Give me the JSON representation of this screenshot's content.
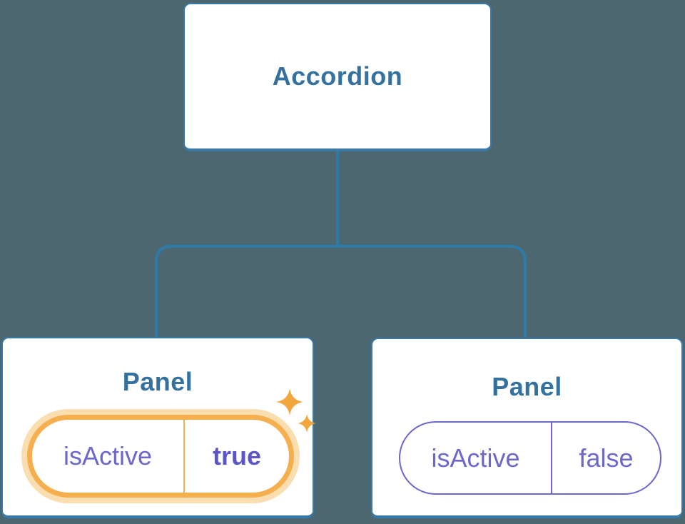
{
  "diagram": {
    "root": {
      "label": "Accordion"
    },
    "panels": [
      {
        "title": "Panel",
        "state": {
          "prop": "isActive",
          "value": "true"
        },
        "active": true,
        "sparkles": true
      },
      {
        "title": "Panel",
        "state": {
          "prop": "isActive",
          "value": "false"
        },
        "active": false,
        "sparkles": false
      }
    ]
  },
  "icons": {
    "sparkles": "sparkles-icon"
  },
  "colors": {
    "background": "#4C6770",
    "node_bg": "#FFFFFF",
    "node_border": "#3879A8",
    "node_text": "#35719E",
    "connector": "#2E7BA8",
    "state_purple": "#6C67CC",
    "state_value_active": "#5B55C8",
    "active_border": "#F5AF4E",
    "active_glow": "#FADEB0",
    "sparkle": "#F2A63E"
  }
}
